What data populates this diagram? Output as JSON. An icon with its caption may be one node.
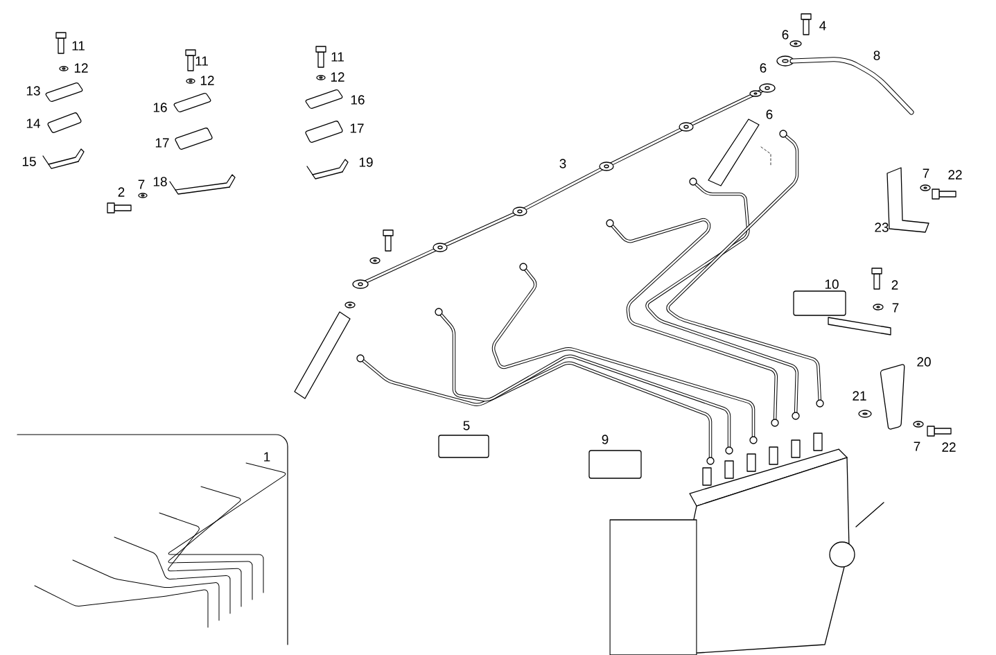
{
  "diagram": {
    "labels": [
      "4",
      "6",
      "11",
      "8",
      "11",
      "11",
      "12",
      "6",
      "12",
      "12",
      "13",
      "16",
      "16",
      "14",
      "6",
      "17",
      "17",
      "15",
      "19",
      "3",
      "7",
      "22",
      "2",
      "7",
      "18",
      "23",
      "10",
      "2",
      "7",
      "20",
      "21",
      "5",
      "9",
      "7",
      "22",
      "1"
    ]
  }
}
